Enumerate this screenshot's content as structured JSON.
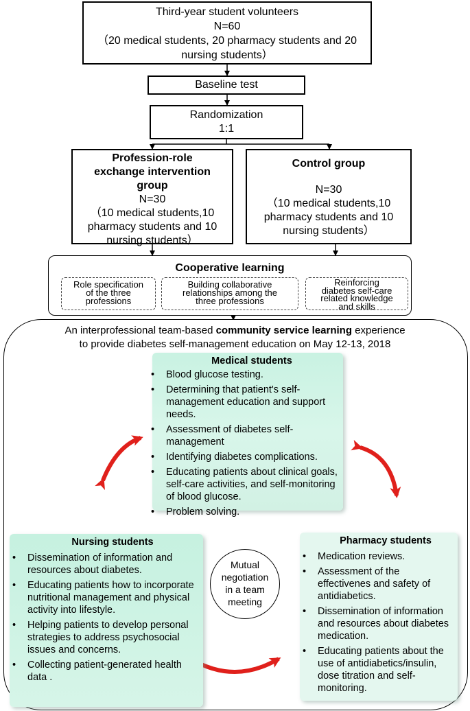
{
  "top_box": {
    "line1": "Third-year student volunteers",
    "line2": "N=60",
    "line3": "（20 medical students, 20 pharmacy students and 20",
    "line4": "nursing students）"
  },
  "baseline": {
    "label": "Baseline test"
  },
  "randomization": {
    "label": "Randomization",
    "ratio": "1:1"
  },
  "intervention_group": {
    "title_line1": "Profession-role",
    "title_line2": "exchange intervention",
    "title_line3": "group",
    "n": "N=30",
    "detail_line1": "（10 medical students,10",
    "detail_line2": "pharmacy students and 10",
    "detail_line3": "nursing students）"
  },
  "control_group": {
    "title": "Control group",
    "n": "N=30",
    "detail_line1": "（10 medical students,10",
    "detail_line2": "pharmacy students and 10",
    "detail_line3": "nursing students）"
  },
  "cooperative_learning": {
    "title": "Cooperative learning",
    "item1_line1": "Role specification",
    "item1_line2": "of the three",
    "item1_line3": "professions",
    "item2_line1": "Building  collaborative",
    "item2_line2": "relationships among the",
    "item2_line3": "three professions",
    "item3_line1": "Reinforcing",
    "item3_line2": "diabetes self-care",
    "item3_line3": "related knowledge",
    "item3_line4": "and skills"
  },
  "service_learning": {
    "line1_pre": "An  interprofessional team-based ",
    "line1_bold": "community service learning",
    "line1_post": " experience",
    "line2": "to provide diabetes self-management education on May 12-13, 2018"
  },
  "medical": {
    "title": "Medical students",
    "items": [
      "Blood glucose testing.",
      "Determining that patient's self-management education and support needs.",
      "Assessment of diabetes self-management",
      "Identifying diabetes complications.",
      "Educating patients about clinical goals, self-care activities, and self-monitoring of blood glucose.",
      "Problem solving."
    ]
  },
  "nursing": {
    "title": "Nursing students",
    "items": [
      "Dissemination of information and resources about diabetes.",
      "Educating patients how to incorporate nutritional management and  physical activity into lifestyle.",
      "Helping  patients to develop personal strategies to address psychosocial issues and concerns.",
      "Collecting patient-generated health data ."
    ]
  },
  "pharmacy": {
    "title": "Pharmacy students",
    "items": [
      "Medication reviews.",
      "Assessment of the effectivenes and safety of antidiabetics.",
      "Dissemination of information and resources about diabetes medication.",
      "Educating patients about the use of antidiabetics/insulin, dose titration and self-monitoring."
    ]
  },
  "mutual": {
    "line1": "Mutual",
    "line2": "negotiation",
    "line3": "in a team",
    "line4": "meeting"
  },
  "colors": {
    "panel_green": "#c9f2e2",
    "arrow_red": "#e0201b"
  }
}
